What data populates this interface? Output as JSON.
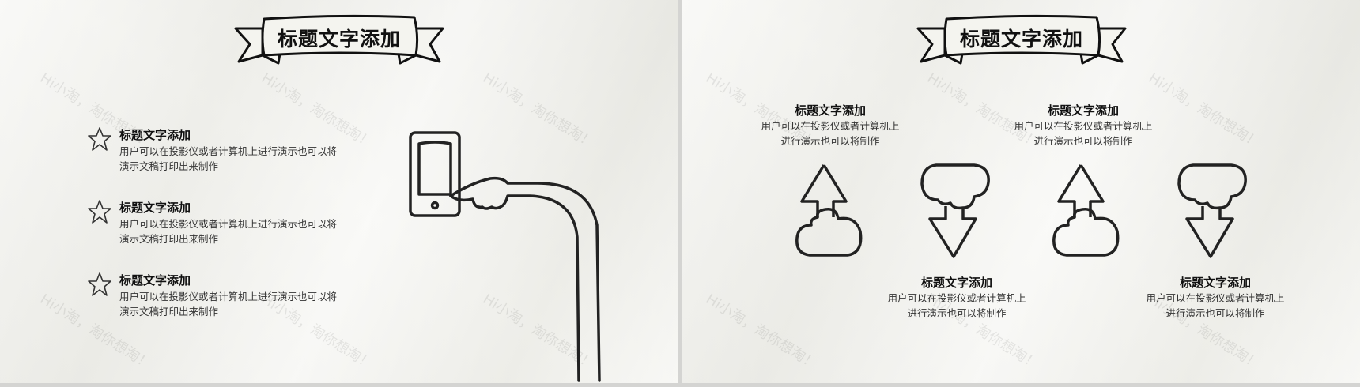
{
  "slides": [
    {
      "banner_title": "标题文字添加",
      "items": [
        {
          "icon": "star-icon",
          "title": "标题文字添加",
          "body_line1": "用户可以在投影仪或者计算机上进行演示也可以将",
          "body_line2": "演示文稿打印出来制作"
        },
        {
          "icon": "star-icon",
          "title": "标题文字添加",
          "body_line1": "用户可以在投影仪或者计算机上进行演示也可以将",
          "body_line2": "演示文稿打印出来制作"
        },
        {
          "icon": "star-icon",
          "title": "标题文字添加",
          "body_line1": "用户可以在投影仪或者计算机上进行演示也可以将",
          "body_line2": "演示文稿打印出来制作"
        }
      ],
      "illustration": "hand-touching-phone-icon"
    },
    {
      "banner_title": "标题文字添加",
      "blocks": [
        {
          "title": "标题文字添加",
          "body_line1": "用户可以在投影仪或者计算机上",
          "body_line2": "进行演示也可以将制作"
        },
        {
          "title": "标题文字添加",
          "body_line1": "用户可以在投影仪或者计算机上",
          "body_line2": "进行演示也可以将制作"
        },
        {
          "title": "标题文字添加",
          "body_line1": "用户可以在投影仪或者计算机上",
          "body_line2": "进行演示也可以将制作"
        },
        {
          "title": "标题文字添加",
          "body_line1": "用户可以在投影仪或者计算机上",
          "body_line2": "进行演示也可以将制作"
        }
      ],
      "icons": [
        "cloud-upload-icon",
        "cloud-download-icon",
        "cloud-upload-icon",
        "cloud-download-icon"
      ]
    }
  ],
  "watermark": "Hi小淘，淘你想淘！",
  "colors": {
    "paper": "#f1f1ec",
    "ink": "#222222",
    "gap": "#d4d4d2"
  }
}
